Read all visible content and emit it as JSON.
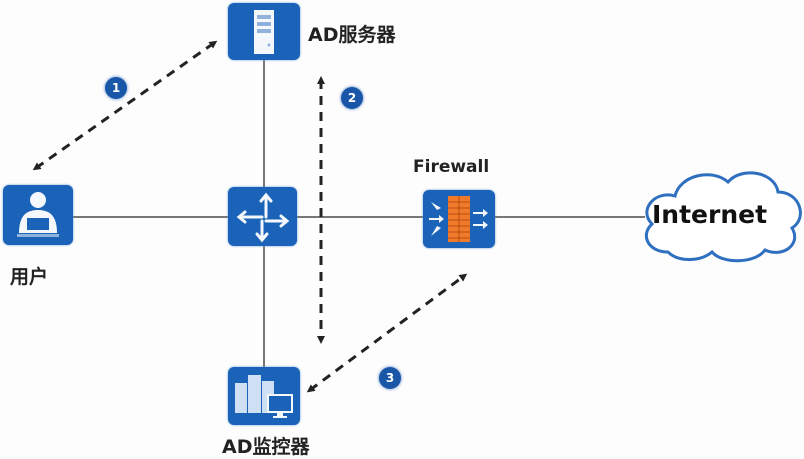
{
  "diagram": {
    "type": "network-topology",
    "nodes": {
      "ad_server": {
        "label": "AD服务器",
        "icon": "server-icon"
      },
      "user": {
        "label": "用户",
        "icon": "user-pc-icon"
      },
      "switch": {
        "label": "",
        "icon": "router-icon"
      },
      "firewall": {
        "label": "Firewall",
        "icon": "firewall-icon"
      },
      "internet": {
        "label": "Internet",
        "icon": "cloud-icon"
      },
      "ad_monitor": {
        "label": "AD监控器",
        "icon": "monitor-server-icon"
      }
    },
    "links": [
      {
        "from": "user",
        "to": "switch",
        "style": "solid"
      },
      {
        "from": "ad_server",
        "to": "switch",
        "style": "solid"
      },
      {
        "from": "switch",
        "to": "ad_monitor",
        "style": "solid"
      },
      {
        "from": "switch",
        "to": "firewall",
        "style": "solid"
      },
      {
        "from": "firewall",
        "to": "internet",
        "style": "solid"
      }
    ],
    "flows": [
      {
        "step": "1",
        "between": [
          "user",
          "ad_server"
        ],
        "style": "dashed",
        "direction": "bidirectional"
      },
      {
        "step": "2",
        "between": [
          "ad_server",
          "ad_monitor"
        ],
        "style": "dashed",
        "direction": "bidirectional"
      },
      {
        "step": "3",
        "between": [
          "ad_monitor",
          "firewall"
        ],
        "style": "dashed",
        "direction": "bidirectional"
      }
    ],
    "colors": {
      "node_fill": "#1a63b8",
      "badge_fill": "#1a56a8",
      "firewall_brick": "#f07a2a",
      "cloud_stroke": "#2f6fc0",
      "line": "#777777",
      "dash": "#222222"
    }
  }
}
